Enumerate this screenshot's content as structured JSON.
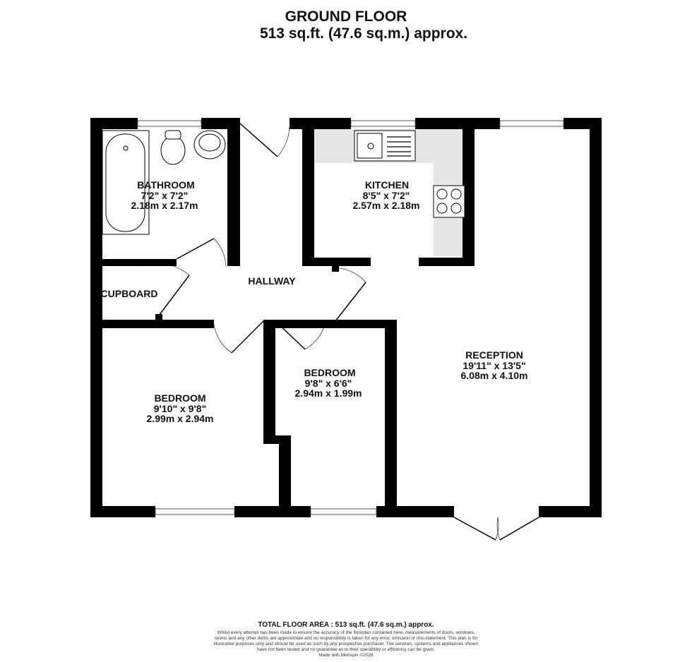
{
  "header": {
    "title": "GROUND FLOOR",
    "area": "513 sq.ft. (47.6 sq.m.) approx."
  },
  "rooms": [
    {
      "name": "BATHROOM",
      "imperial": "7'2\"  x 7'2\"",
      "metric": "2.18m  x 2.17m"
    },
    {
      "name": "KITCHEN",
      "imperial": "8'5\"  x 7'2\"",
      "metric": "2.57m  x 2.18m"
    },
    {
      "name": "HALLWAY"
    },
    {
      "name": "CUPBOARD"
    },
    {
      "name": "BEDROOM",
      "imperial": "9'10\"  x 9'8\"",
      "metric": "2.99m  x 2.94m"
    },
    {
      "name": "BEDROOM",
      "imperial": "9'8\"  x 6'6\"",
      "metric": "2.94m  x 1.99m"
    },
    {
      "name": "RECEPTION",
      "imperial": "19'11\"  x 13'5\"",
      "metric": "6.08m  x 4.10m"
    }
  ],
  "footer": {
    "total": "TOTAL FLOOR AREA : 513 sq.ft. (47.6 sq.m.) approx.",
    "disclaimer": "Whilst every attempt has been made to ensure the accuracy of the floorplan contained here, measurements of doors, windows, rooms and any other items are approximate and no responsibility is taken for any error, omission or mis-statement. This plan is for illustrative purposes only and should be used as such by any prospective purchaser. The services, systems and appliances shown have not been tested and no guarantee as to their operability or efficiency can be given.",
    "made_with": "Made with Metropix ©2026"
  },
  "colors": {
    "wall": "#000000",
    "counter": "#e6e6e6"
  }
}
